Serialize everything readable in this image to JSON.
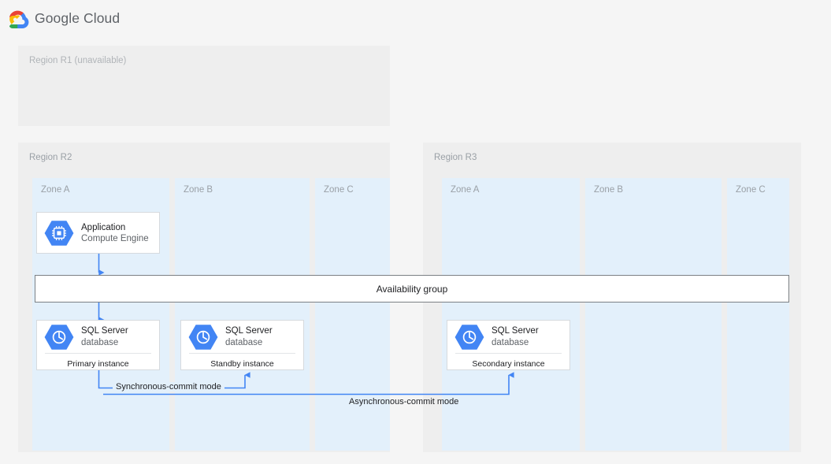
{
  "header": {
    "logo_icon": "google-cloud-logo-icon",
    "brand": "Google Cloud"
  },
  "colors": {
    "page_background": "#f5f5f5",
    "region_fill": "#eeeeee",
    "zone_fill": "#e3f0fb",
    "card_fill": "#ffffff",
    "card_border": "#d6dade",
    "accent_blue": "#4285f4",
    "connector_blue": "#4285f4",
    "icon_hex_blue": "#4285f4",
    "muted_text": "#9aa0a6",
    "body_text": "#202124",
    "avail_border": "#7b8084"
  },
  "regions": [
    {
      "id": "r1",
      "label": "Region R1 (unavailable)",
      "unavailable": true,
      "zones": []
    },
    {
      "id": "r2",
      "label": "Region R2",
      "unavailable": false,
      "zones": [
        {
          "id": "r2-zone-a",
          "label": "Zone A"
        },
        {
          "id": "r2-zone-b",
          "label": "Zone B"
        },
        {
          "id": "r2-zone-c",
          "label": "Zone C"
        }
      ]
    },
    {
      "id": "r3",
      "label": "Region R3",
      "unavailable": false,
      "zones": [
        {
          "id": "r3-zone-a",
          "label": "Zone A"
        },
        {
          "id": "r3-zone-b",
          "label": "Zone B"
        },
        {
          "id": "r3-zone-c",
          "label": "Zone C"
        }
      ]
    }
  ],
  "cards": {
    "application": {
      "icon": "compute-engine-icon",
      "title": "Application",
      "subtitle": "Compute Engine"
    },
    "primary": {
      "icon": "sql-server-database-icon",
      "title": "SQL Server",
      "subtitle": "database",
      "footer": "Primary instance"
    },
    "standby": {
      "icon": "sql-server-database-icon",
      "title": "SQL Server",
      "subtitle": "database",
      "footer": "Standby instance"
    },
    "secondary": {
      "icon": "sql-server-database-icon",
      "title": "SQL Server",
      "subtitle": "database",
      "footer": "Secondary instance"
    }
  },
  "availability_group": {
    "label": "Availability group"
  },
  "connectors": {
    "app_to_group": {
      "icon": "arrow-down-icon"
    },
    "group_to_primary": {
      "icon": "arrow-down-icon"
    },
    "synchronous": {
      "label": "Synchronous-commit mode",
      "from": "Primary instance",
      "to": "Standby instance"
    },
    "asynchronous": {
      "label": "Asynchronous-commit mode",
      "from": "Primary instance",
      "to": "Secondary instance"
    }
  }
}
